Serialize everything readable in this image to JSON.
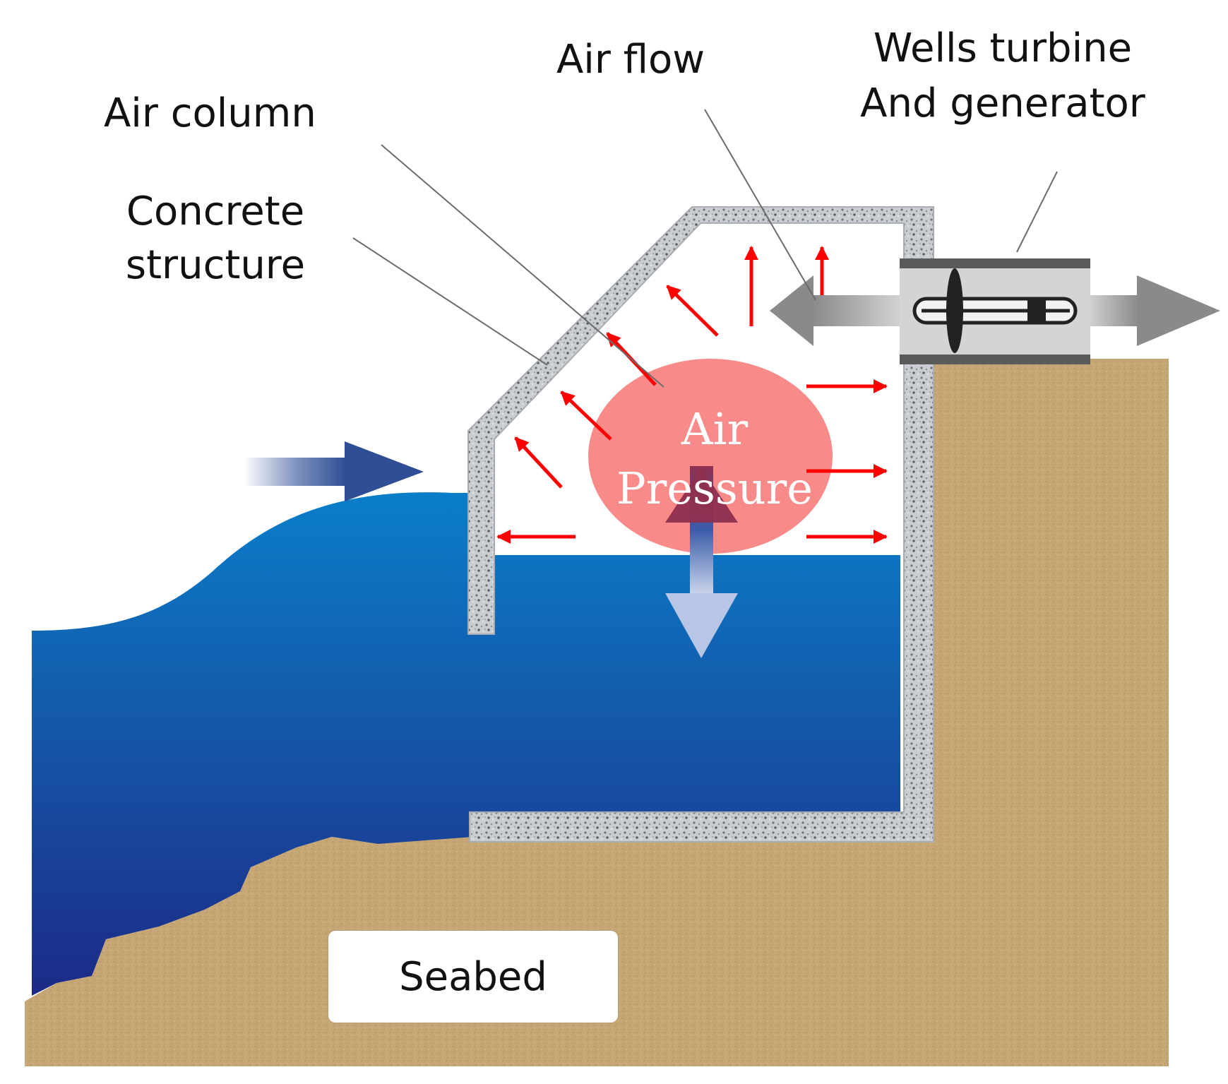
{
  "labels": {
    "air_column": "Air column",
    "concrete_structure_line1": "Concrete",
    "concrete_structure_line2": "structure",
    "air_flow": "Air flow",
    "wells_turbine_line1": "Wells turbine",
    "wells_turbine_line2": "And generator",
    "air_pressure_line1": "Air",
    "air_pressure_line2": "Pressure",
    "seabed": "Seabed"
  },
  "colors": {
    "sand": "#c7a676",
    "water_top": "#0a7ec9",
    "water_bottom": "#1c2a86",
    "concrete": "#b9bcc0",
    "pressure_bubble": "#f88080",
    "pressure_arrows": "#ff0000",
    "wave_arrow": "#2f4e96",
    "airflow_arrow": "#9e9e9e"
  }
}
